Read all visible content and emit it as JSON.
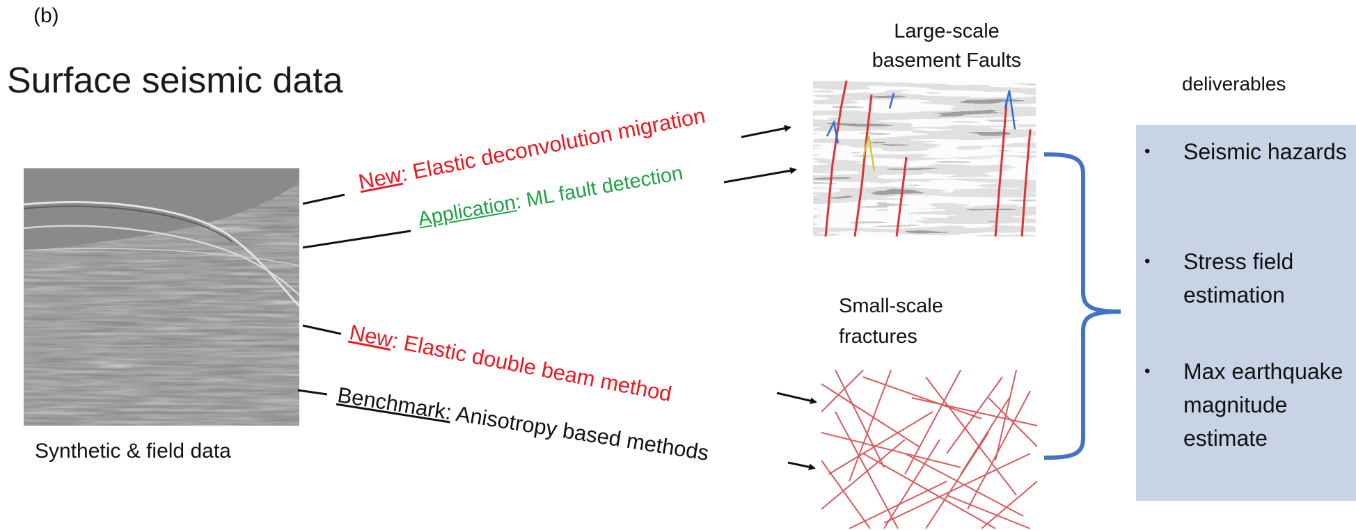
{
  "panel_label": "(b)",
  "title": "Surface seismic data",
  "left_caption": "Synthetic & field data",
  "methods": [
    {
      "prefix": "New",
      "sep": ":",
      "text": " Elastic deconvolution migration",
      "color": "#f0141e"
    },
    {
      "prefix": "Application",
      "sep": ":",
      "text": " ML fault detection",
      "color": "#1fa045"
    },
    {
      "prefix": "New",
      "sep": ":",
      "text": " Elastic double beam method",
      "color": "#f0141e"
    },
    {
      "prefix": "Benchmark:",
      "sep": "",
      "text": " Anisotropy based methods",
      "color": "#111111"
    }
  ],
  "faults_title_line1": "Large-scale",
  "faults_title_line2": "basement Faults",
  "fractures_title_line1": "Small-scale",
  "fractures_title_line2": "fractures",
  "deliverables_title": "deliverables",
  "deliverables": [
    {
      "bullet": "•",
      "text": "Seismic hazards"
    },
    {
      "bullet": "•",
      "text": "Stress field estimation"
    },
    {
      "bullet": "•",
      "text": "Max earthquake magnitude estimate"
    }
  ],
  "colors": {
    "brace": "#4472c4",
    "panel": "#c8d3e6",
    "fracture_lines": "#d9595b"
  }
}
